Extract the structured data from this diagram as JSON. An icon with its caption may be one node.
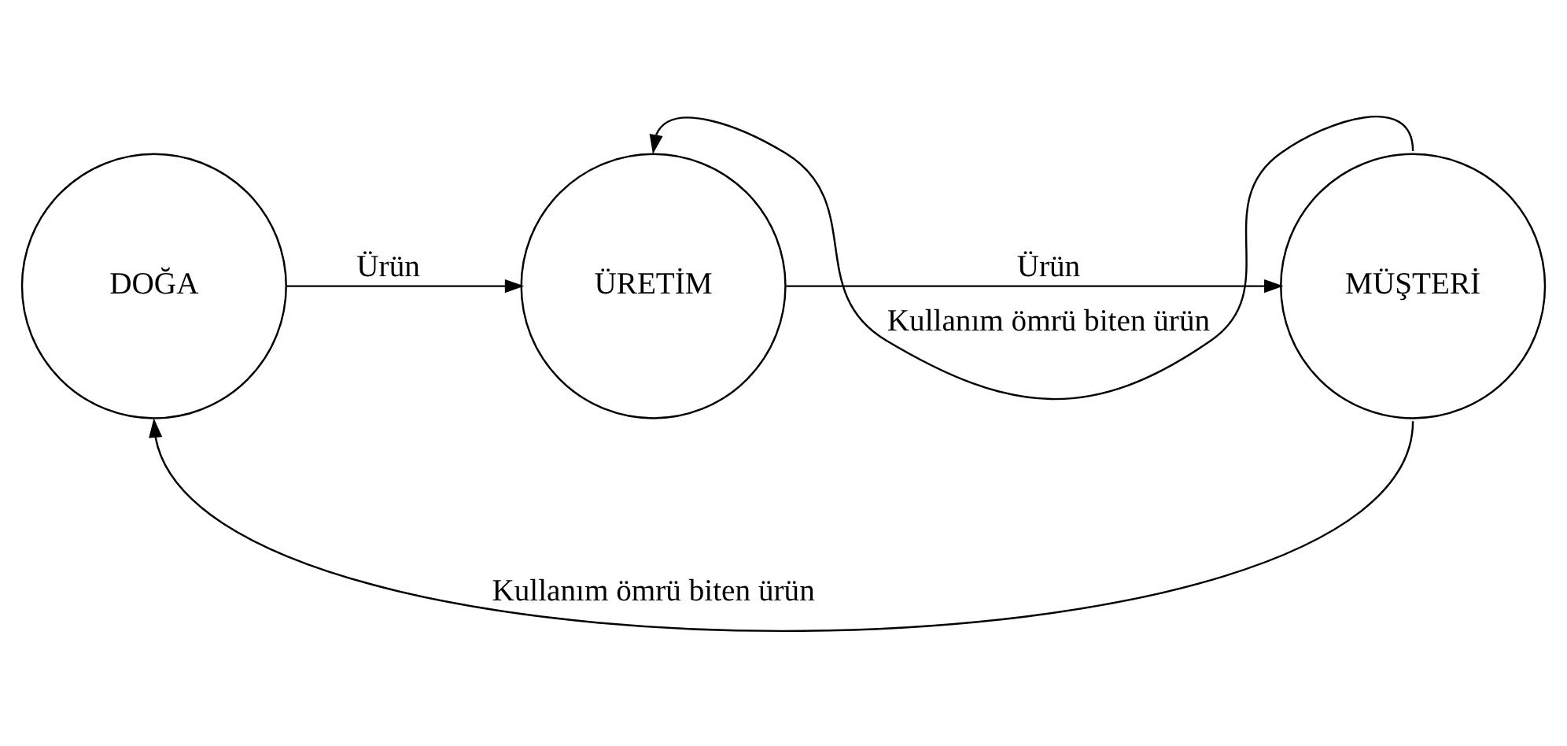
{
  "diagram": {
    "nodes": [
      {
        "text": [
          "DOĞA"
        ]
      },
      {
        "text": [
          "ÜRETİM"
        ]
      },
      {
        "text": [
          "MÜŞTERİ"
        ]
      }
    ],
    "edges": [
      {
        "from": 0,
        "to": 1,
        "arrow": "to",
        "label": "Ürün"
      },
      {
        "from": 1,
        "to": 2,
        "arrow": "to",
        "label": "Ürün"
      },
      {
        "from": 2,
        "to": 1,
        "arrow": "to",
        "label": "Kullanım ömrü biten ürün"
      },
      {
        "from": 2,
        "to": 0,
        "arrow": "to",
        "label": "Kullanım ömrü biten ürün"
      }
    ]
  }
}
